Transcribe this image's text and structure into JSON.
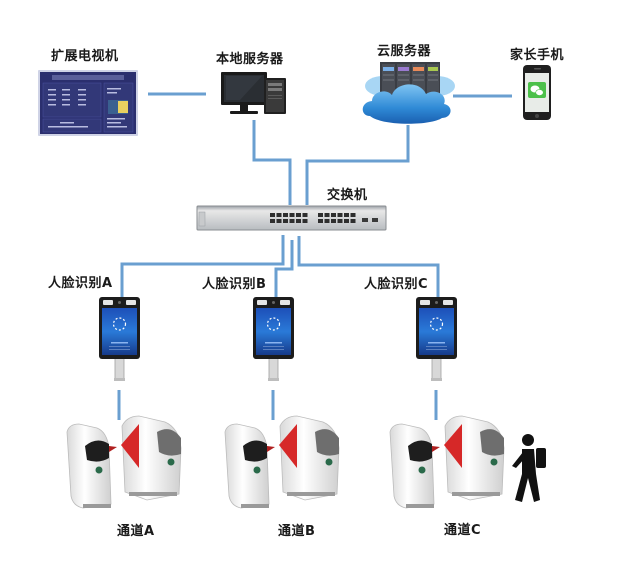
{
  "title": "人脸识别通道闸系统拓扑图",
  "colors": {
    "link": "#6a9fd0",
    "background": "#ffffff",
    "label": "#1a1a1a",
    "tv_screen": "#2b2f6e",
    "cloud": "#2f8ad6",
    "gate_flap": "#d62828"
  },
  "nodes": {
    "tv": {
      "label": "扩展电视机",
      "icon": "tv-monitor-icon"
    },
    "local_server": {
      "label": "本地服务器",
      "icon": "desktop-computer-icon"
    },
    "cloud_server": {
      "label": "云服务器",
      "icon": "cloud-server-icon"
    },
    "parent_phone": {
      "label": "家长手机",
      "icon": "smartphone-wechat-icon"
    },
    "switch": {
      "label": "交换机",
      "icon": "network-switch-icon"
    },
    "face_terminals": [
      {
        "label": "人脸识别A",
        "icon": "face-recognition-terminal-icon"
      },
      {
        "label": "人脸识别B",
        "icon": "face-recognition-terminal-icon"
      },
      {
        "label": "人脸识别C",
        "icon": "face-recognition-terminal-icon"
      }
    ],
    "gates": [
      {
        "label": "通道A",
        "icon": "flap-barrier-gate-icon"
      },
      {
        "label": "通道B",
        "icon": "flap-barrier-gate-icon"
      },
      {
        "label": "通道C",
        "icon": "flap-barrier-gate-icon"
      }
    ],
    "pedestrian": {
      "icon": "walking-person-icon"
    }
  },
  "links": [
    {
      "from": "扩展电视机",
      "to": "本地服务器"
    },
    {
      "from": "云服务器",
      "to": "家长手机"
    },
    {
      "from": "本地服务器",
      "to": "交换机"
    },
    {
      "from": "云服务器",
      "to": "交换机"
    },
    {
      "from": "交换机",
      "to": "人脸识别A"
    },
    {
      "from": "交换机",
      "to": "人脸识别B"
    },
    {
      "from": "交换机",
      "to": "人脸识别C"
    },
    {
      "from": "人脸识别A",
      "to": "通道A"
    },
    {
      "from": "人脸识别B",
      "to": "通道B"
    },
    {
      "from": "人脸识别C",
      "to": "通道C"
    }
  ]
}
